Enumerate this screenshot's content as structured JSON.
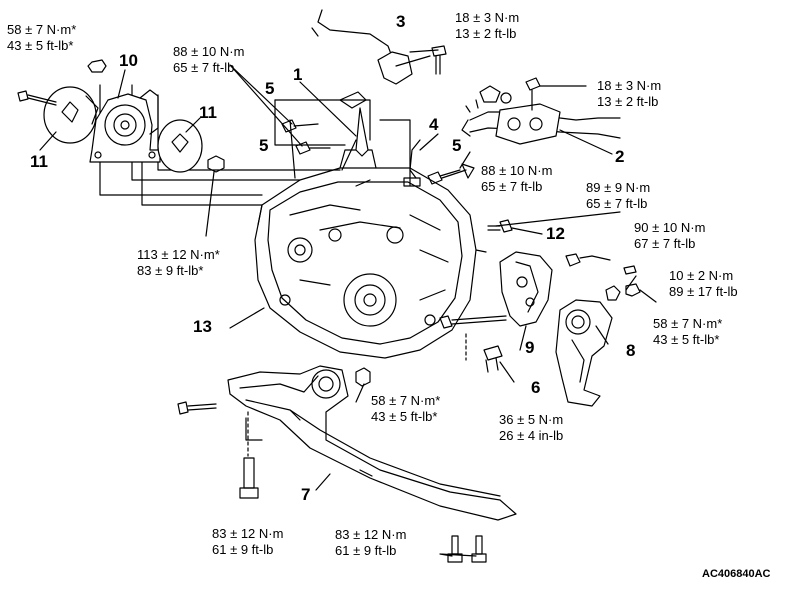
{
  "diagram_id": "AC406840AC",
  "torques": {
    "t1": [
      "58 ± 7 N·m*",
      "43 ± 5 ft-lb*"
    ],
    "t2": [
      "88 ± 10 N·m",
      "65 ± 7 ft-lb"
    ],
    "t3": [
      "18 ± 3 N·m",
      "13 ± 2 ft-lb"
    ],
    "t4": [
      "18 ± 3 N·m",
      "13 ± 2 ft-lb"
    ],
    "t5": [
      "88 ± 10 N·m",
      "65 ± 7 ft-lb"
    ],
    "t6": [
      "89 ± 9 N·m",
      "65 ± 7 ft-lb"
    ],
    "t7": [
      "113 ± 12 N·m*",
      "83 ± 9 ft-lb*"
    ],
    "t8": [
      "90 ± 10 N·m",
      "67 ± 7 ft-lb"
    ],
    "t9": [
      "10 ± 2 N·m",
      "89 ± 17 ft-lb"
    ],
    "t10": [
      "58 ± 7 N·m*",
      "43 ± 5 ft-lb*"
    ],
    "t11": [
      "58 ± 7 N·m*",
      "43 ± 5 ft-lb*"
    ],
    "t12": [
      "36 ± 5 N·m",
      "26 ± 4 in-lb"
    ],
    "t13": [
      "83 ± 12 N·m",
      "61 ± 9 ft-lb"
    ],
    "t14": [
      "83 ± 12 N·m",
      "61 ± 9 ft-lb"
    ]
  },
  "callouts": {
    "c1": "1",
    "c2": "2",
    "c3": "3",
    "c4": "4",
    "c5a": "5",
    "c5b": "5",
    "c5c": "5",
    "c6": "6",
    "c7": "7",
    "c8": "8",
    "c9": "9",
    "c10": "10",
    "c11a": "11",
    "c11b": "11",
    "c12": "12",
    "c13": "13"
  }
}
